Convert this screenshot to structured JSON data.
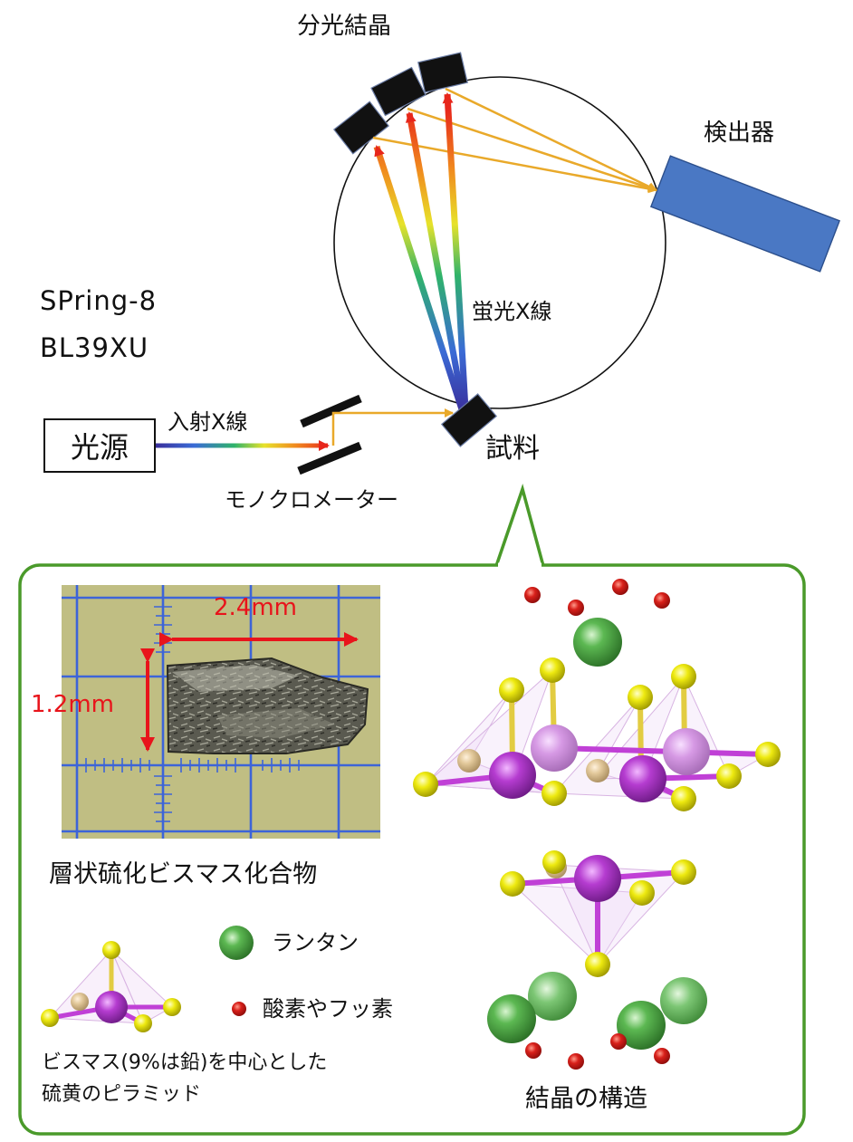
{
  "beamline": {
    "facility": "SPring-8",
    "line": "BL39XU"
  },
  "labels": {
    "analyzer_crystal": "分光結晶",
    "detector": "検出器",
    "fluorescence": "蛍光X線",
    "incident": "入射X線",
    "source": "光源",
    "monochromator": "モノクロメーター",
    "sample": "試料"
  },
  "inset": {
    "sample_name": "層状硫化ビスマス化合物",
    "dim_width": "2.4mm",
    "dim_height": "1.2mm",
    "crystal_structure": "結晶の構造",
    "legend": {
      "lanthanum": "ランタン",
      "oxygen_fluorine": "酸素やフッ素",
      "pyramid_line1": "ビスマス(9%は鉛)を中心とした",
      "pyramid_line2": "硫黄のピラミッド"
    }
  },
  "colors": {
    "beam": "#e9a92a",
    "detector": "#4a78c4",
    "frame": "#4a9a2a",
    "dimension": "#e8141b",
    "bismuth": "#b53cd0",
    "sulfur": "#eeea10",
    "lanthanum": "#3c9a3c",
    "oxygen": "#d21a1a"
  }
}
